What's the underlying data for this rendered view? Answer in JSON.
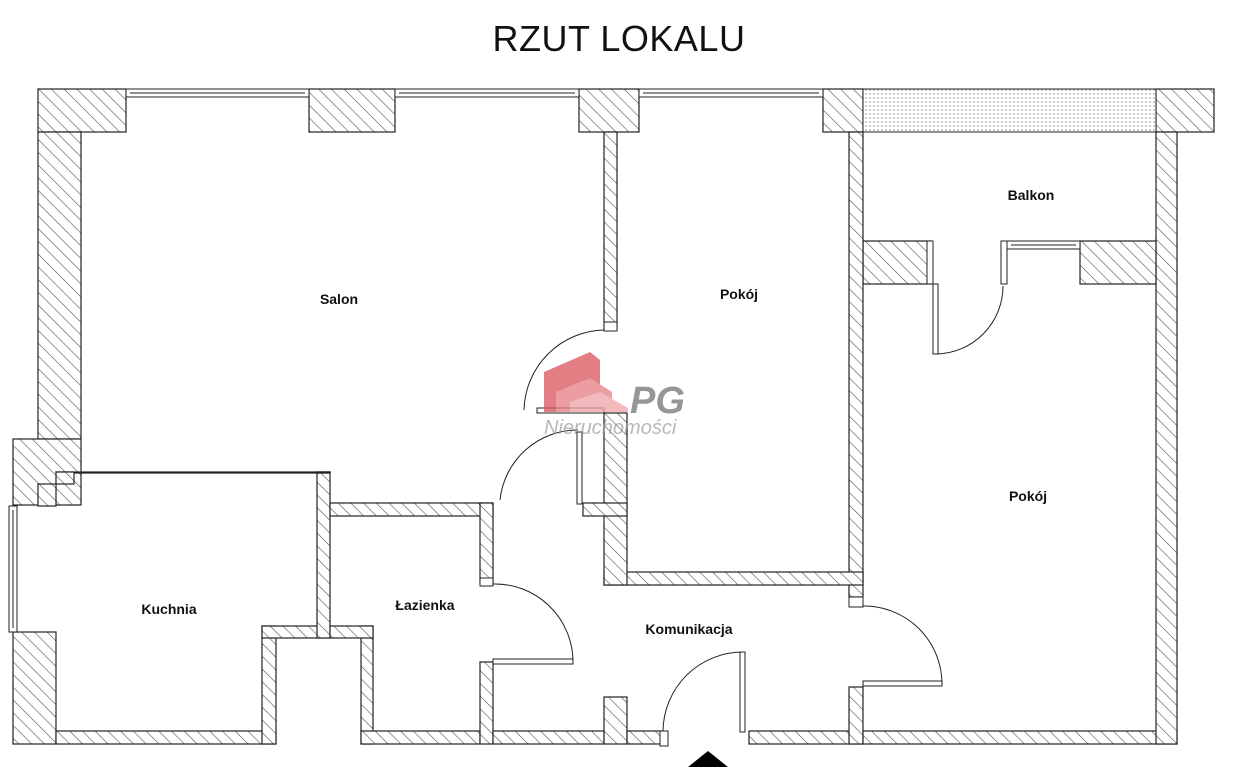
{
  "title": "RZUT LOKALU",
  "rooms": {
    "salon": "Salon",
    "pokoj_1": "Pokój",
    "pokoj_2": "Pokój",
    "balkon": "Balkon",
    "kuchnia": "Kuchnia",
    "lazienka": "Łazienka",
    "komunikacja": "Komunikacja"
  },
  "watermark": {
    "brand": "PG",
    "subtitle": "Nieruchomości"
  },
  "colors": {
    "wall_stroke": "#222222",
    "hatch": "#555555",
    "watermark_red": "#d9545c"
  },
  "icons": {
    "entrance": "entrance-arrow-icon"
  }
}
